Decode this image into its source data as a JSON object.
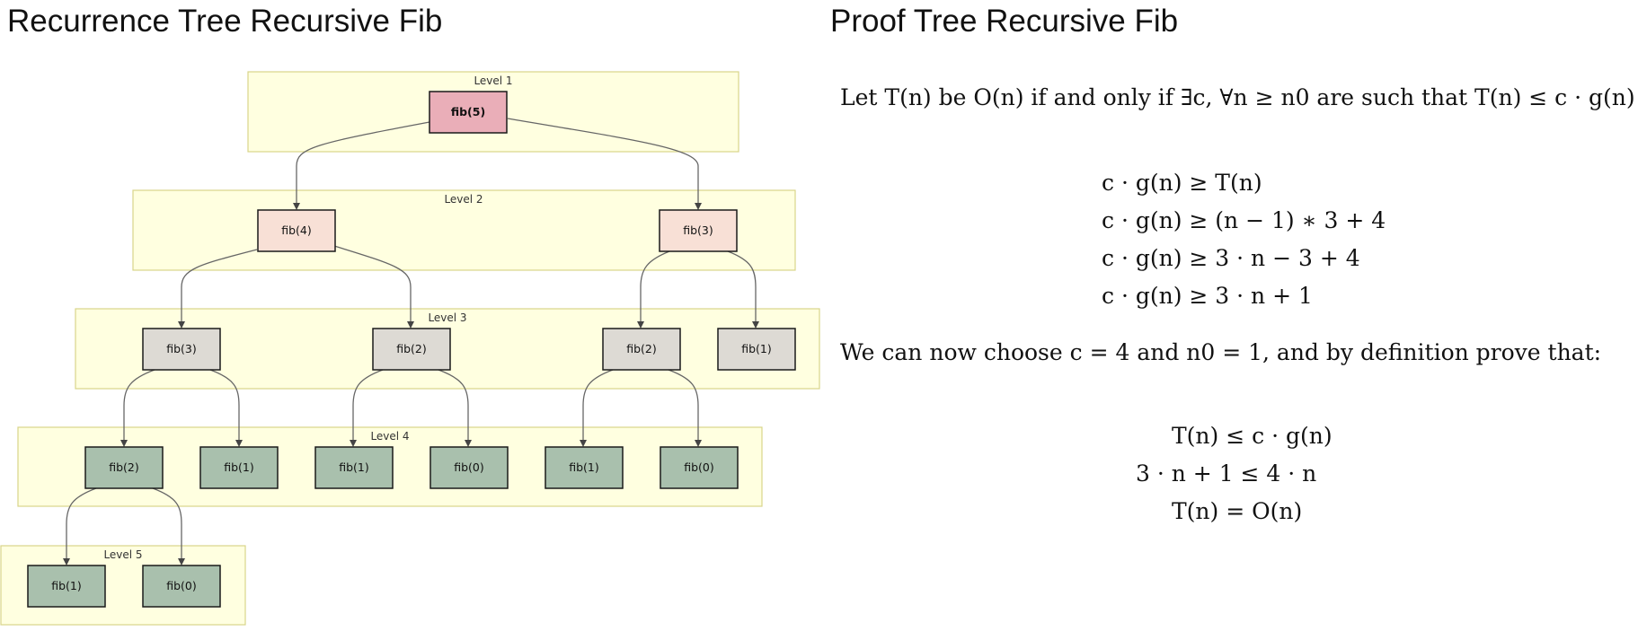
{
  "left_title": "Recurrence Tree Recursive Fib",
  "right_title": "Proof Tree Recursive Fib",
  "levels": [
    "Level 1",
    "Level 2",
    "Level 3",
    "Level 4",
    "Level 5"
  ],
  "colors": {
    "level_fill": "#ffffe0",
    "level1_node": "#eaaeb8",
    "level2_node": "#f8e0d6",
    "level3_node": "#dddad4",
    "level45_node": "#a9c0ad"
  },
  "nodes": {
    "l1_root": "fib(5)",
    "l2_a": "fib(4)",
    "l2_b": "fib(3)",
    "l3_a": "fib(3)",
    "l3_b": "fib(2)",
    "l3_c": "fib(2)",
    "l3_d": "fib(1)",
    "l4_a": "fib(2)",
    "l4_b": "fib(1)",
    "l4_c": "fib(1)",
    "l4_d": "fib(0)",
    "l4_e": "fib(1)",
    "l4_f": "fib(0)",
    "l5_a": "fib(1)",
    "l5_b": "fib(0)"
  },
  "proof": {
    "definition": "Let T(n) be O(n) if and only if ∃c, ∀n ≥ n0 are such that T(n) ≤ c · g(n)",
    "steps": [
      "c · g(n) ≥ T(n)",
      "c · g(n) ≥ (n − 1) ∗ 3 + 4",
      "c · g(n) ≥ 3 · n − 3 + 4",
      "c · g(n) ≥ 3 · n + 1"
    ],
    "choice": "We can now choose c = 4 and n0 = 1, and by definition prove that:",
    "conclusion": [
      "T(n) ≤ c · g(n)",
      "3 · n + 1 ≤ 4 · n",
      "T(n) = O(n)"
    ]
  }
}
